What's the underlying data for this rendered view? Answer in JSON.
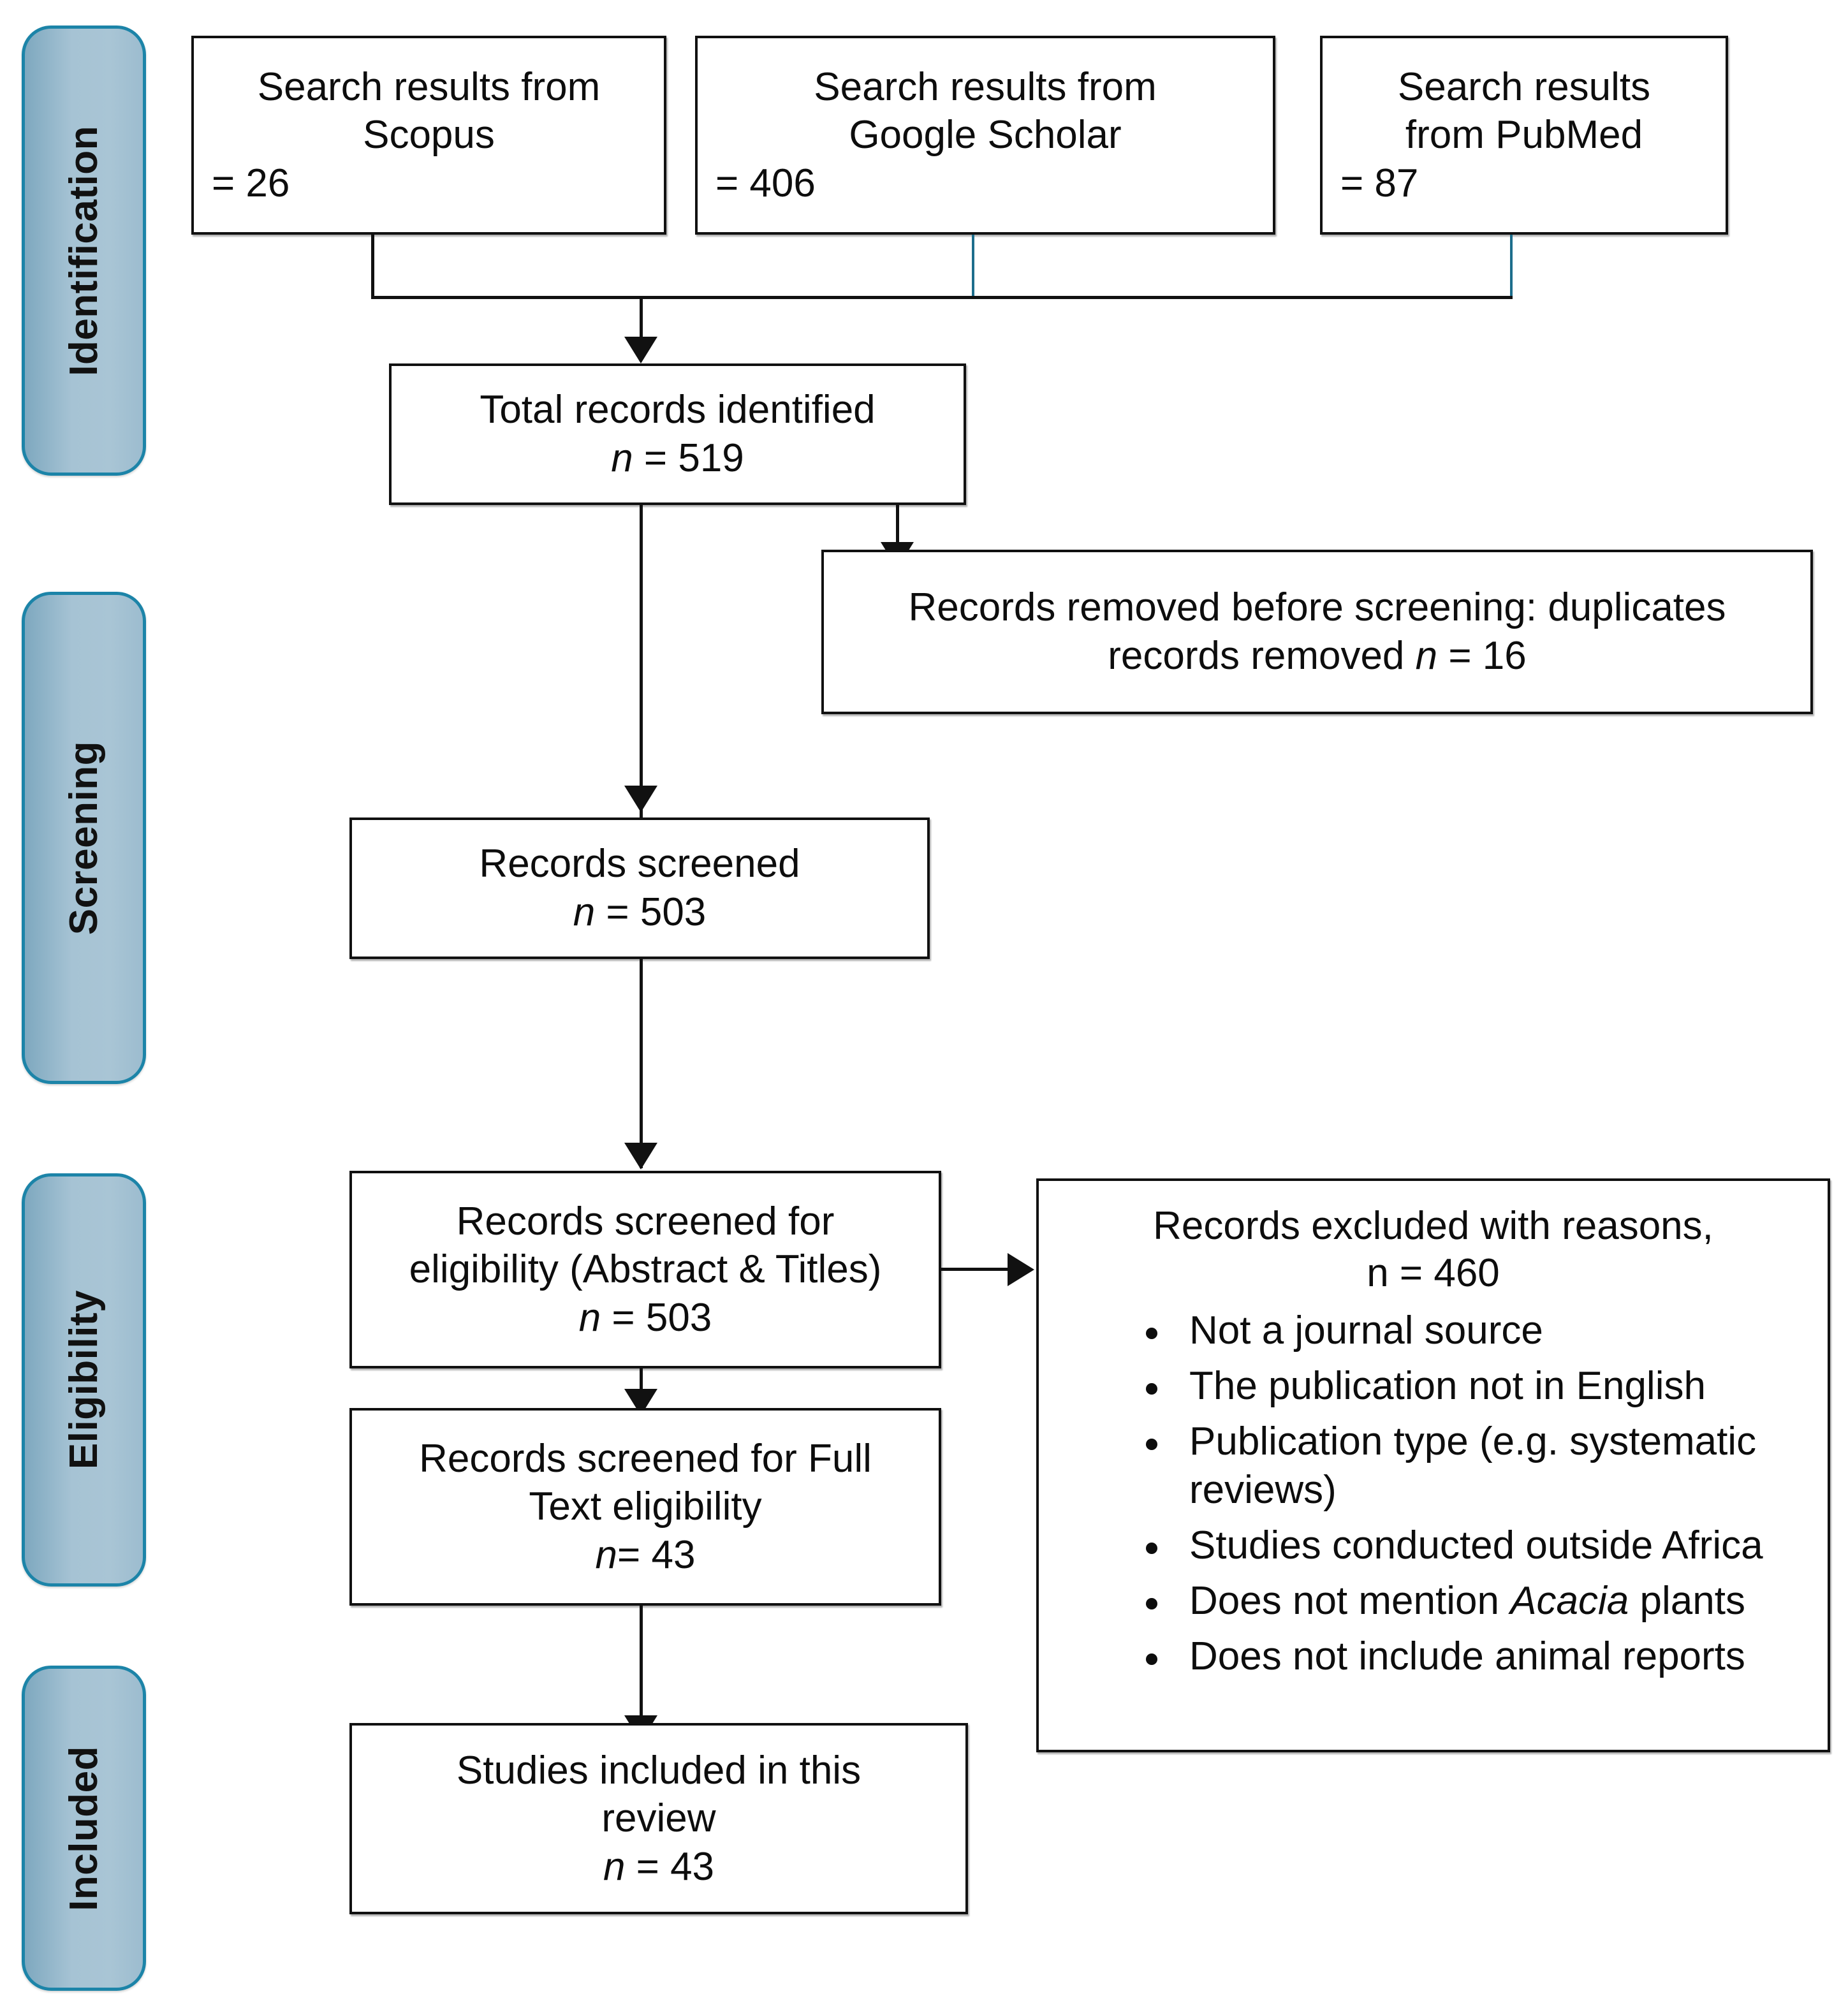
{
  "diagram": {
    "title": "PRISMA flow diagram",
    "accent_color": "#1c84a8",
    "pill_fill_color": "#a6c3d4",
    "line_color": "#111111",
    "teal_line_color": "#1d6e8c"
  },
  "phases": [
    {
      "id": "identification",
      "label": "Identification"
    },
    {
      "id": "screening",
      "label": "Screening"
    },
    {
      "id": "eligibility",
      "label": "Eligibility"
    },
    {
      "id": "included",
      "label": "Included"
    }
  ],
  "sources": [
    {
      "id": "scopus",
      "line1": "Search results from",
      "line2": "Scopus",
      "count_line": "= 26"
    },
    {
      "id": "scholar",
      "line1": "Search results from",
      "line2": "Google Scholar",
      "count_line": "= 406"
    },
    {
      "id": "pubmed",
      "line1": "Search results",
      "line2": "from PubMed",
      "count_line": "= 87"
    }
  ],
  "boxes": {
    "total_identified": {
      "line1": "Total records identified",
      "n_label": "n",
      "n_value": " = 519"
    },
    "duplicates_removed": {
      "line1": "Records removed before screening: duplicates",
      "line2_pre": "records removed ",
      "n_label": "n",
      "n_value": " = 16"
    },
    "records_screened": {
      "line1": "Records screened",
      "n_label": "n",
      "n_value": " = 503"
    },
    "screened_abstract_titles": {
      "line1": "Records screened for",
      "line2": "eligibility (Abstract & Titles)",
      "n_label": "n",
      "n_value": " = 503"
    },
    "screened_full_text": {
      "line1": "Records screened for Full",
      "line2": "Text eligibility",
      "n_label": "n",
      "n_value": "= 43"
    },
    "studies_included": {
      "line1": "Studies included in this",
      "line2": "review",
      "n_label": "n",
      "n_value": " = 43"
    },
    "records_excluded": {
      "heading": "Records excluded with reasons,",
      "n_label": "n",
      "n_value": " = 460",
      "reasons": [
        {
          "text": "Not a journal source"
        },
        {
          "text": "The publication not in English"
        },
        {
          "text": "Publication type (e.g. systematic reviews)"
        },
        {
          "text": "Studies conducted outside Africa"
        },
        {
          "pre": "Does not mention ",
          "italic": "Acacia",
          "post": " plants"
        },
        {
          "text": "Does not include animal reports"
        }
      ]
    }
  }
}
